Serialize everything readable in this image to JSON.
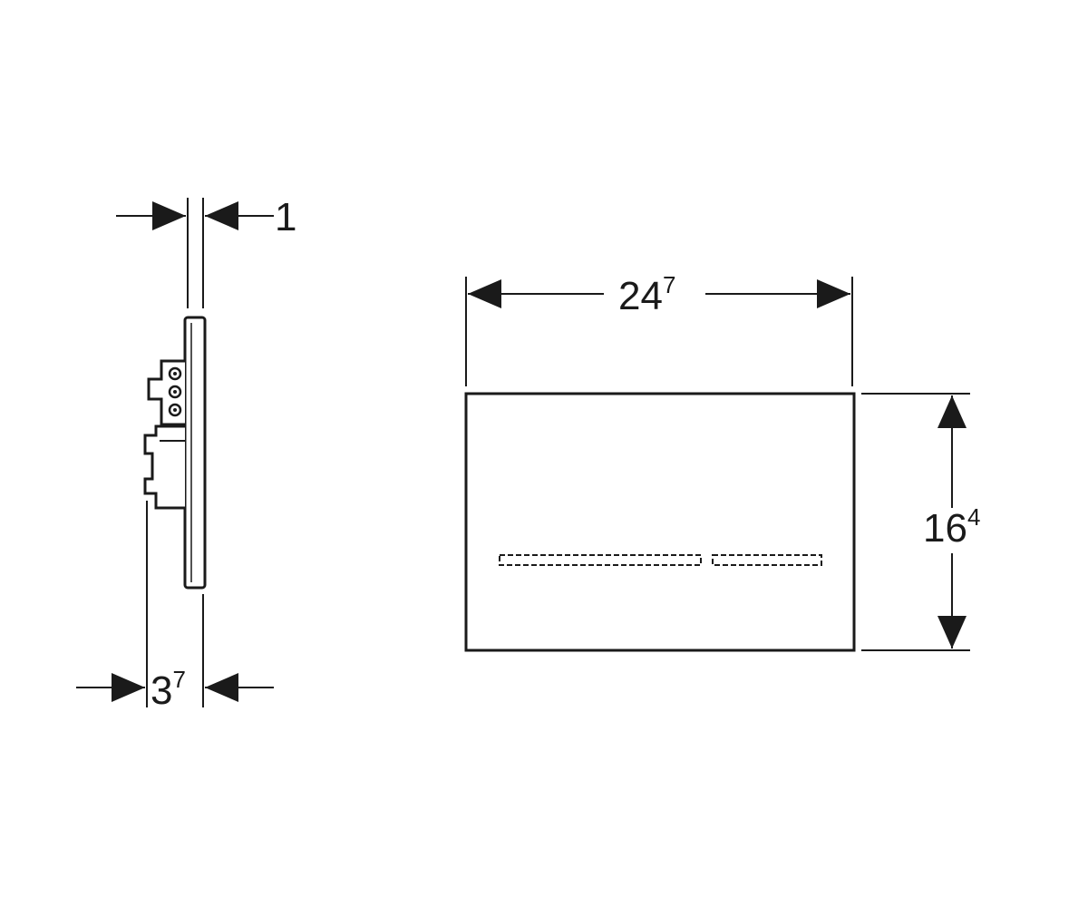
{
  "colors": {
    "ink": "#1a1a1a",
    "background": "#ffffff"
  },
  "dimensions": {
    "side_thickness": {
      "whole": "1",
      "fraction": ""
    },
    "side_depth": {
      "whole": "3",
      "fraction": "7"
    },
    "front_width": {
      "whole": "24",
      "fraction": "7"
    },
    "front_height": {
      "whole": "16",
      "fraction": "4"
    }
  },
  "views": {
    "side_view": "side-view",
    "front_view": "front-view"
  }
}
